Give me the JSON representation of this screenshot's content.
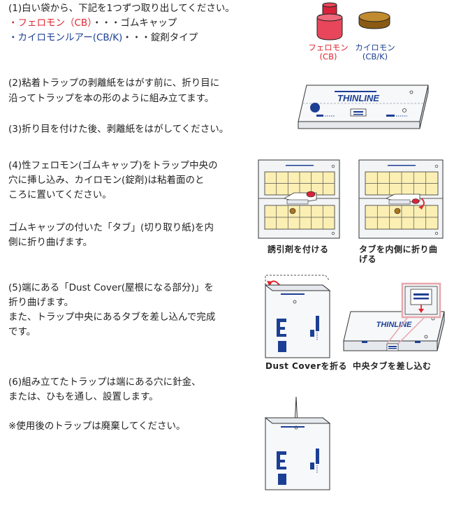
{
  "step1": {
    "line1": "(1)白い袋から、下記を1つずつ取り出してください。",
    "item1_name": "・フェロモン（CB）",
    "item1_desc": "・・・ゴムキャップ",
    "item2_name": "・カイロモンルアー(CB/K)",
    "item2_desc": "・・・錠剤タイプ",
    "pheromone_label": "フェロモン",
    "pheromone_code": "(CB)",
    "kairomone_label": "カイロモン",
    "kairomone_code": "(CB/K)"
  },
  "step2": {
    "line1": "(2)粘着トラップの剥離紙をはがす前に、折り目に",
    "line2": "沿ってトラップを本の形のように組み立てます。",
    "brand": "THINLINE"
  },
  "step3": {
    "line1": "(3)折り目を付けた後、剥離紙をはがしてください。"
  },
  "step4": {
    "line1": "(4)性フェロモン(ゴムキャップ)をトラップ中央の",
    "line2": "穴に挿し込み、カイロモン(錠剤)は粘着面のと",
    "line3": "ころに置いてください。",
    "line4": "ゴムキャップの付いた「タブ」(切り取り紙)を内",
    "line5": "側に折り曲げます。",
    "caption_left": "誘引剤を付ける",
    "caption_right_1": "タブを内側に折り曲",
    "caption_right_2": "げる"
  },
  "step5": {
    "line1": "(5)端にある「Dust Cover(屋根になる部分)」を",
    "line2": "折り曲げます。",
    "line3": "また、トラップ中央にあるタブを差し込んで完成",
    "line4": "です。",
    "caption_left": "Dust Coverを折る",
    "caption_right": "中央タブを差し込む"
  },
  "step6": {
    "line1": "(6)組み立てたトラップは端にある穴に針金、",
    "line2": "または、ひもを通し、設置します。",
    "note": "※使用後のトラップは廃棄してください。"
  },
  "colors": {
    "red": "#e0262e",
    "navy": "#1c3f94",
    "yellow": "#fbefb3",
    "brown": "#a9741d"
  }
}
